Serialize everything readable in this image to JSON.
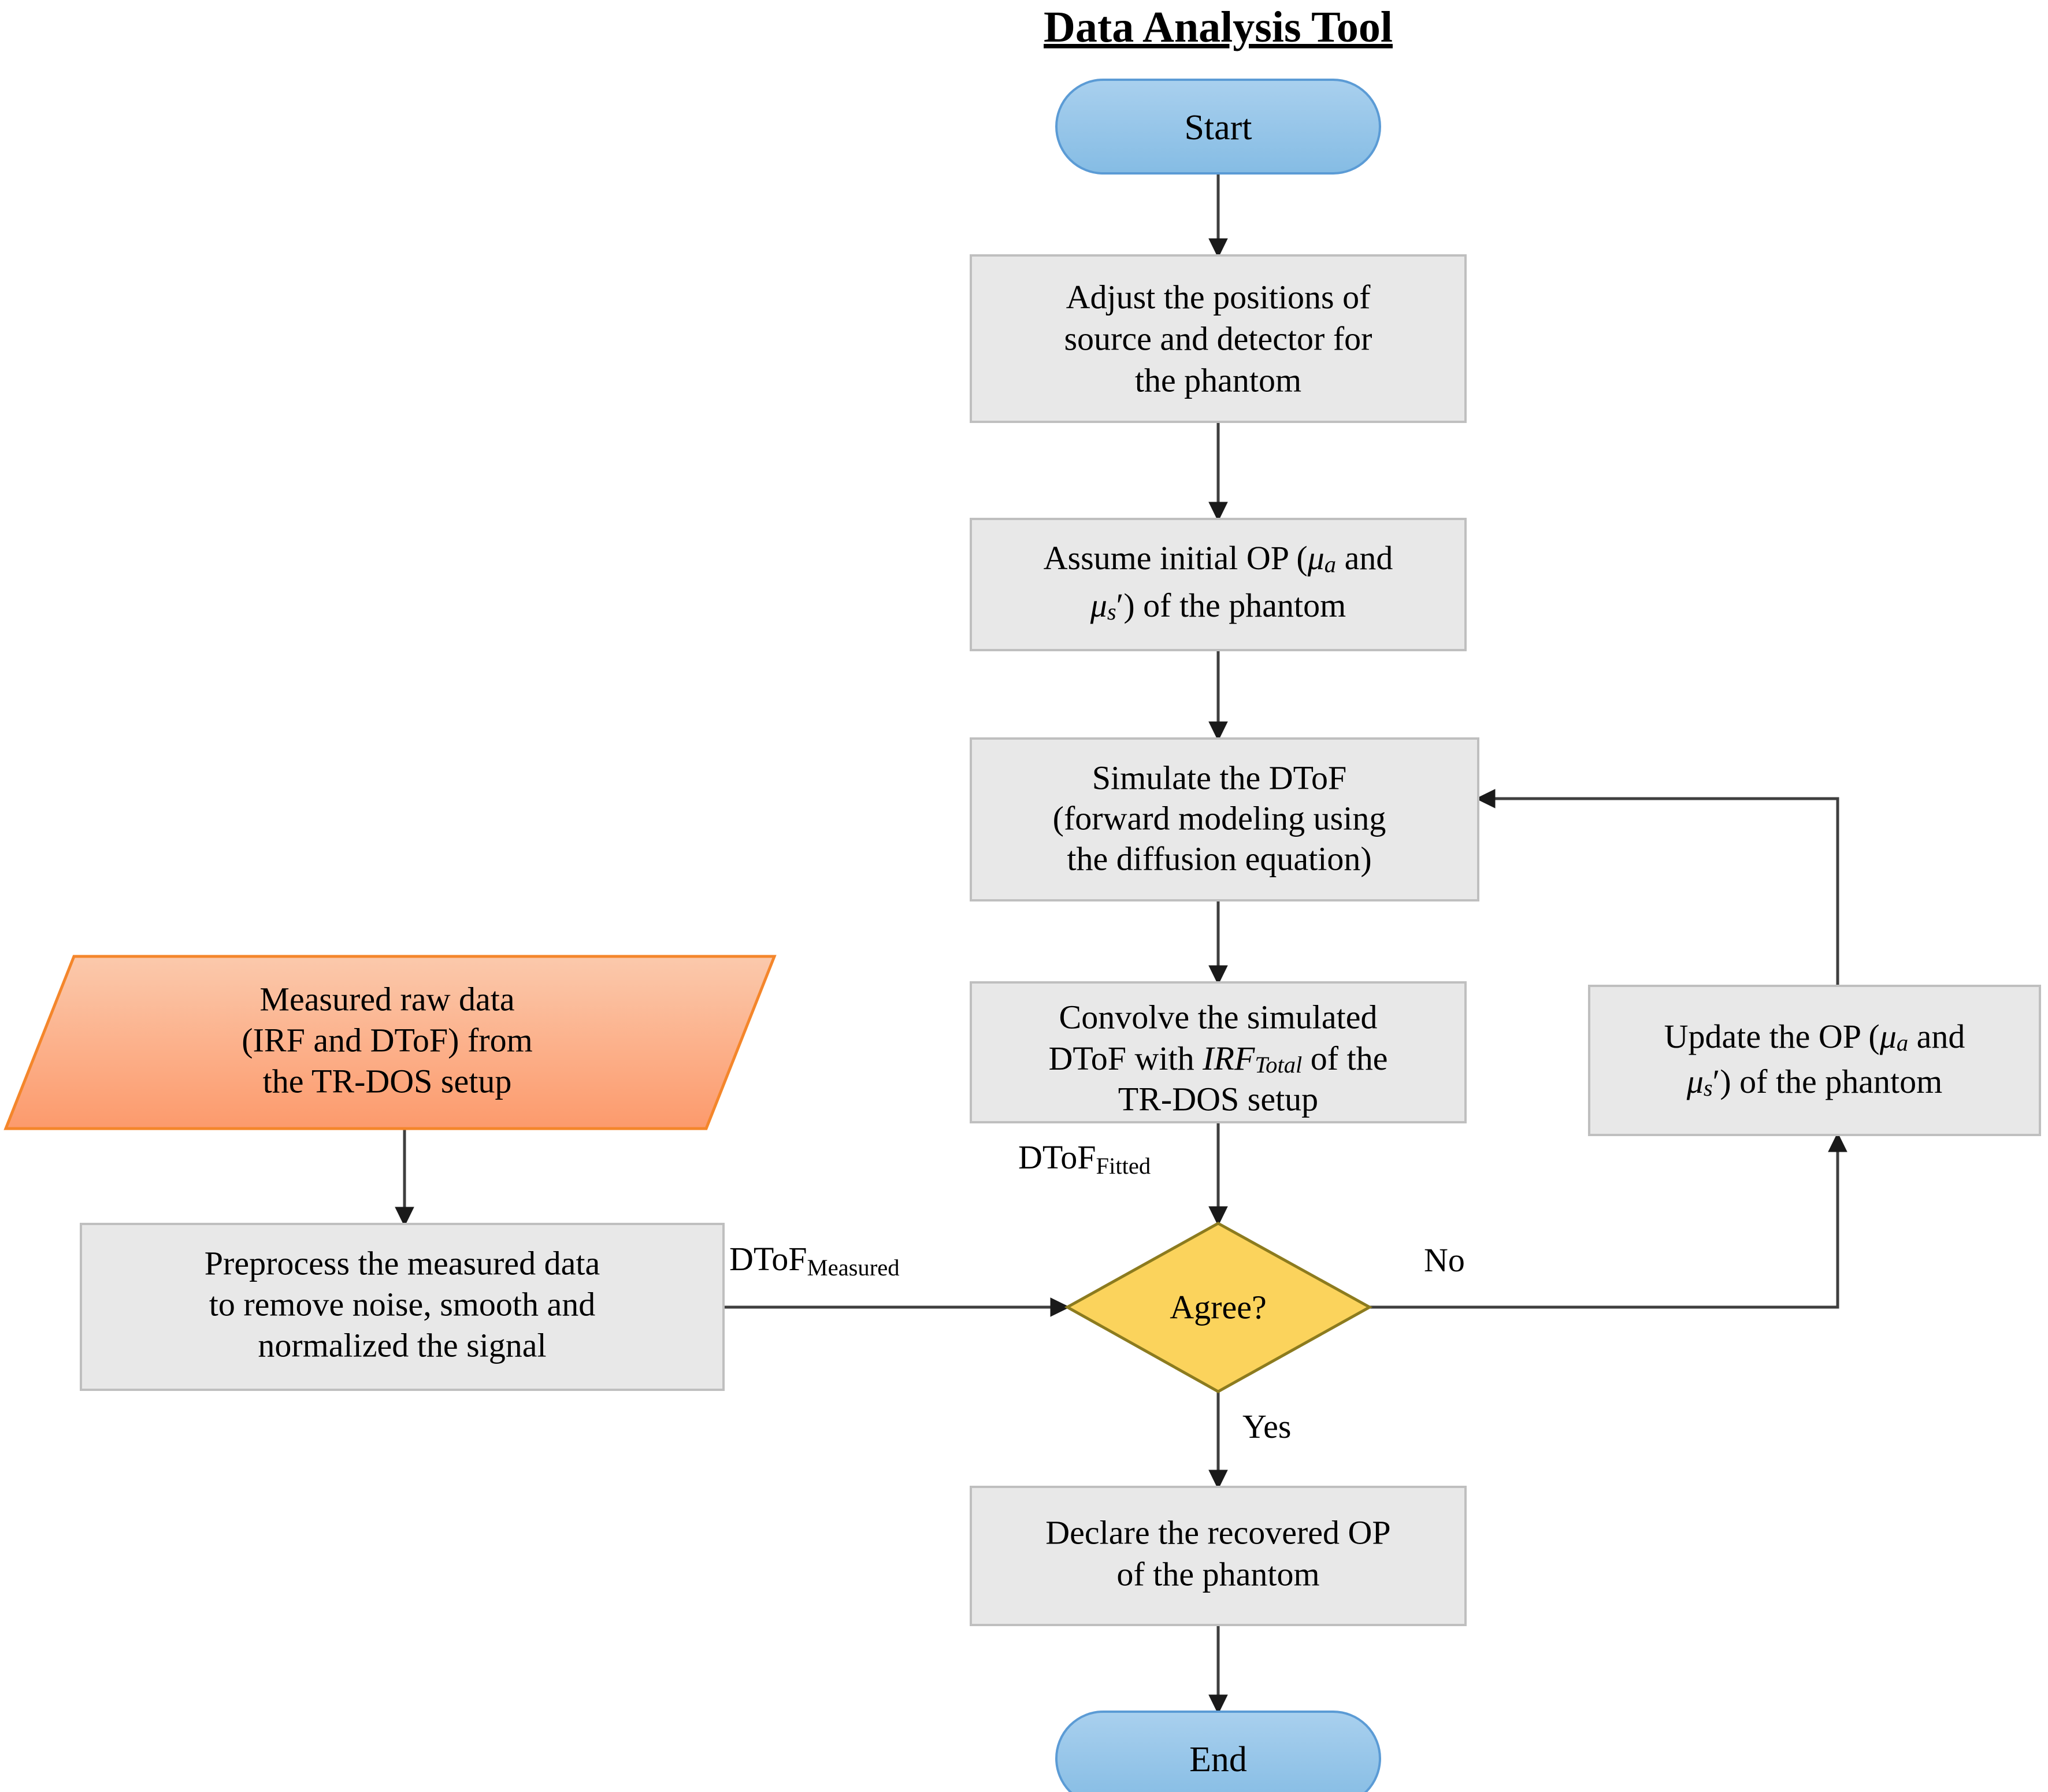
{
  "title": "Data Analysis Tool",
  "colors": {
    "terminator_fill": "#93C4E8",
    "terminator_border": "#5B9BD5",
    "process_fill": "#E8E8E8",
    "process_border": "#BFBFBF",
    "io_fill": "#FBA87D",
    "io_border": "#F4862B",
    "decision_fill": "#FBD35C",
    "decision_border": "#8C7B1E",
    "connector": "#3F3F3F",
    "text": "#000000",
    "background": "#FFFFFF"
  },
  "nodes": {
    "start": {
      "label": "Start",
      "shape": "terminator"
    },
    "adjust": {
      "shape": "process",
      "lines": [
        "Adjust the positions of",
        "source and detector for",
        "the phantom"
      ]
    },
    "assume": {
      "shape": "process",
      "line1_pre": "Assume initial OP (",
      "line1_mu": "μ",
      "line1_sub": "a",
      "line1_post": " and",
      "line2_mu": "μ",
      "line2_sub": "s",
      "line2_post": "′) of the phantom"
    },
    "simulate": {
      "shape": "process",
      "lines": [
        "Simulate the DToF",
        "(forward modeling using",
        "the diffusion equation)"
      ]
    },
    "convolve": {
      "shape": "process",
      "line1": "Convolve the simulated",
      "line2_pre": "DToF with ",
      "line2_irf": "IRF",
      "line2_sub": "Total",
      "line2_post": " of the",
      "line3": "TR-DOS setup"
    },
    "rawdata": {
      "shape": "io",
      "lines": [
        "Measured raw data",
        "(IRF and DToF) from",
        "the TR-DOS setup"
      ]
    },
    "preprocess": {
      "shape": "process",
      "lines": [
        "Preprocess  the measured data",
        "to remove noise, smooth and",
        "normalized the signal"
      ]
    },
    "decision": {
      "label": "Agree?",
      "shape": "decision"
    },
    "update": {
      "shape": "process",
      "line1_pre": "Update the OP (",
      "line1_mu": "μ",
      "line1_sub": "a",
      "line1_post": " and",
      "line2_mu": "μ",
      "line2_sub": "s",
      "line2_post": "′) of the phantom"
    },
    "declare": {
      "shape": "process",
      "lines": [
        "Declare the recovered OP",
        "of the phantom"
      ]
    },
    "end": {
      "label": "End",
      "shape": "terminator"
    }
  },
  "edge_labels": {
    "dtof_fitted_main": "DToF",
    "dtof_fitted_sub": "Fitted",
    "dtof_measured_main": "DToF",
    "dtof_measured_sub": "Measured",
    "no": "No",
    "yes": "Yes"
  }
}
